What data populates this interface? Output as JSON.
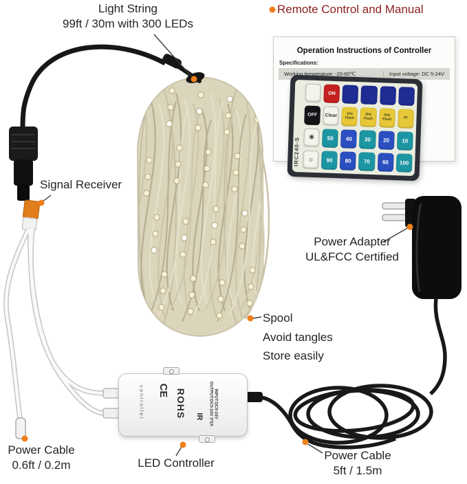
{
  "colors": {
    "accent_dot": "#ee8019",
    "label_text": "#242424",
    "remote_label_text": "#8b1e1e",
    "spool_wire": "#dbd5bc",
    "cable_black": "#191919"
  },
  "labels": {
    "light_string": {
      "title": "Light String",
      "subtitle": "99ft / 30m with 300 LEDs"
    },
    "remote_manual": "Remote Control and Manual",
    "signal_receiver": "Signal Receiver",
    "power_adapter": {
      "line1": "Power Adapter",
      "line2": "UL&FCC Certified"
    },
    "spool": {
      "line1": "Spool",
      "line2": "Avoid tangles",
      "line3": "Store easily"
    },
    "power_cable_short": {
      "line1": "Power Cable",
      "line2": "0.6ft / 0.2m"
    },
    "led_controller": "LED Controller",
    "power_cable_long": {
      "line1": "Power Cable",
      "line2": "5ft / 1.5m"
    }
  },
  "manual": {
    "title": "Operation Instructions of Controller",
    "specs_heading": "Specifications:",
    "working_temp": "Working temperature: -20-60℃",
    "input_voltage": "Input voltage: DC 5-24V"
  },
  "remote": {
    "model": "IRC240-S",
    "rows": [
      [
        {
          "label": "",
          "style": "white",
          "name": "blank-key"
        },
        {
          "label": "ON",
          "style": "red",
          "name": "on-key"
        },
        {
          "label": "",
          "style": "navy",
          "name": "mode-key"
        },
        {
          "label": "",
          "style": "navy",
          "name": "mode-key"
        },
        {
          "label": "",
          "style": "navy",
          "name": "mode-key"
        },
        {
          "label": "",
          "style": "navy",
          "name": "mode-key"
        }
      ],
      [
        {
          "label": "OFF",
          "style": "black",
          "name": "off-key"
        },
        {
          "label": "Clear",
          "style": "white",
          "name": "clear-key"
        },
        {
          "label": "1Hz Flash",
          "style": "yellow",
          "name": "flash-1hz-key"
        },
        {
          "label": "2Hz Flash",
          "style": "yellow",
          "name": "flash-2hz-key"
        },
        {
          "label": "3Hz Flash",
          "style": "yellow",
          "name": "flash-3hz-key"
        },
        {
          "label": "FF",
          "style": "yellow",
          "name": "ff-key"
        }
      ],
      [
        {
          "label": "☀",
          "style": "icon",
          "name": "brightness-up-icon"
        },
        {
          "label": "50",
          "style": "teal",
          "name": "key-50"
        },
        {
          "label": "40",
          "style": "blue",
          "name": "key-40"
        },
        {
          "label": "30",
          "style": "teal",
          "name": "key-30"
        },
        {
          "label": "20",
          "style": "blue",
          "name": "key-20"
        },
        {
          "label": "10",
          "style": "teal",
          "name": "key-10"
        }
      ],
      [
        {
          "label": "☼",
          "style": "icon",
          "name": "brightness-down-icon"
        },
        {
          "label": "90",
          "style": "teal",
          "name": "key-90"
        },
        {
          "label": "80",
          "style": "blue",
          "name": "key-80"
        },
        {
          "label": "70",
          "style": "teal",
          "name": "key-70"
        },
        {
          "label": "60",
          "style": "blue",
          "name": "key-60"
        },
        {
          "label": "100",
          "style": "teal",
          "name": "key-100"
        }
      ]
    ]
  },
  "controller": {
    "brand": "controller",
    "ce": "CE",
    "rohs": "ROHS",
    "ir": "IR",
    "input": "INPUT:DC5-24V",
    "output": "OUTPUT:DC5-24V 3*2A"
  }
}
